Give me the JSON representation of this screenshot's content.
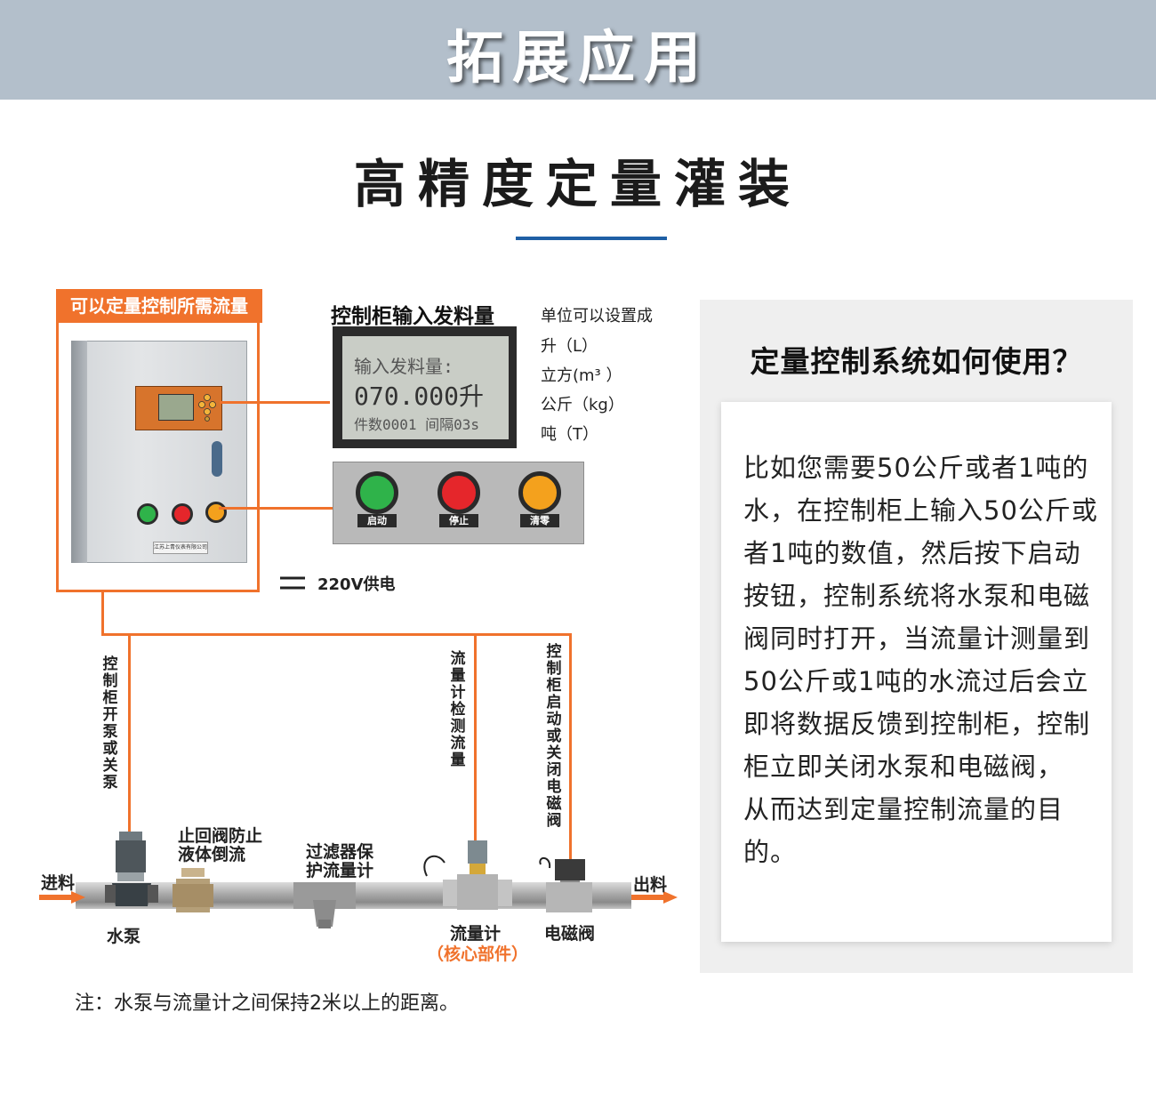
{
  "banner": {
    "title": "拓展应用"
  },
  "main_title": "高精度定量灌装",
  "diagram": {
    "cabinet_label": "可以定量控制所需流量",
    "cabinet_plate": "江苏上青仪表有限公司",
    "lcd_caption": "控制柜输入发料量",
    "lcd": {
      "line1": "输入发料量:",
      "line2": "070.000升",
      "line3": "件数0001 间隔03s"
    },
    "units": [
      "单位可以设置成",
      "升（L）",
      "立方(m³ ）",
      "公斤（kg）",
      "吨（T）"
    ],
    "buttons": [
      {
        "label": "启动",
        "color": "#2fb34a"
      },
      {
        "label": "停止",
        "color": "#e5262b"
      },
      {
        "label": "清零",
        "color": "#f4a11d"
      }
    ],
    "power": "220V供电",
    "wire_labels": {
      "pump": "控制柜开泵或关泵",
      "flowmeter": "流量计检测流量",
      "valve": "控制柜启动或关闭电磁阀"
    },
    "components": {
      "inlet": "进料",
      "outlet": "出料",
      "pump": "水泵",
      "check_valve": "止回阀防止液体倒流",
      "filter": "过滤器保护流量计",
      "flowmeter": "流量计",
      "flowmeter_note": "（核心部件）",
      "solenoid": "电磁阀"
    },
    "note": "注：水泵与流量计之间保持2米以上的距离。"
  },
  "panel": {
    "title": "定量控制系统如何使用？",
    "body": "比如您需要50公斤或者1吨的水，在控制柜上输入50公斤或者1吨的数值，然后按下启动按钮，控制系统将水泵和电磁阀同时打开，当流量计测量到50公斤或1吨的水流过后会立即将数据反馈到控制柜，控制柜立即关闭水泵和电磁阀， 从而达到定量控制流量的目的。"
  },
  "colors": {
    "accent": "#f0722c",
    "banner": "#b3bfcb",
    "underline": "#1f5fa5"
  }
}
